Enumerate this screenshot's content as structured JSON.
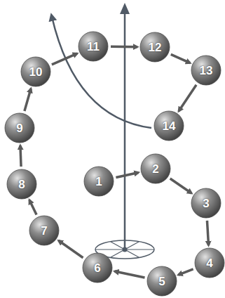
{
  "diagram": {
    "nodes": [
      {
        "text": [
          "1"
        ]
      },
      {
        "text": [
          "2"
        ]
      },
      {
        "text": [
          "3"
        ]
      },
      {
        "text": [
          "4"
        ]
      },
      {
        "text": [
          "5"
        ]
      },
      {
        "text": [
          "6"
        ]
      },
      {
        "text": [
          "7"
        ]
      },
      {
        "text": [
          "8"
        ]
      },
      {
        "text": [
          "9"
        ]
      },
      {
        "text": [
          "10"
        ]
      },
      {
        "text": [
          "11"
        ]
      },
      {
        "text": [
          "12"
        ]
      },
      {
        "text": [
          "13"
        ]
      },
      {
        "text": [
          "14"
        ]
      }
    ],
    "edges": [
      {
        "from": 0,
        "to": 1,
        "arrow": "to"
      },
      {
        "from": 1,
        "to": 2,
        "arrow": "to"
      },
      {
        "from": 2,
        "to": 3,
        "arrow": "to"
      },
      {
        "from": 3,
        "to": 4,
        "arrow": "to"
      },
      {
        "from": 4,
        "to": 5,
        "arrow": "to"
      },
      {
        "from": 5,
        "to": 6,
        "arrow": "to"
      },
      {
        "from": 6,
        "to": 7,
        "arrow": "to"
      },
      {
        "from": 7,
        "to": 8,
        "arrow": "to"
      },
      {
        "from": 8,
        "to": 9,
        "arrow": "to"
      },
      {
        "from": 9,
        "to": 10,
        "arrow": "to"
      },
      {
        "from": 10,
        "to": 11,
        "arrow": "to"
      },
      {
        "from": 11,
        "to": 12,
        "arrow": "to"
      },
      {
        "from": 12,
        "to": 13,
        "arrow": "to"
      }
    ]
  }
}
